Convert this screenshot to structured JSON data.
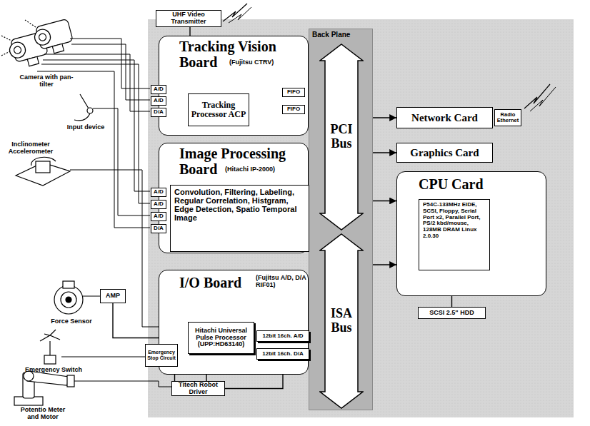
{
  "diagram": {
    "nodes": [
      {
        "text": [
          "UHF Video Transmitter"
        ]
      },
      {
        "text": [
          "Tracking Vision Board",
          "(Fujitsu CTRV)"
        ]
      },
      {
        "text": [
          "A/D"
        ],
        "in": 1
      },
      {
        "text": [
          "A/D"
        ],
        "in": 1
      },
      {
        "text": [
          "D/A"
        ],
        "in": 1
      },
      {
        "text": [
          "Tracking Processor ACP"
        ],
        "in": 1
      },
      {
        "text": [
          "FIFO"
        ],
        "in": 1
      },
      {
        "text": [
          "FIFO"
        ],
        "in": 1
      },
      {
        "text": [
          "Back Plane"
        ]
      },
      {
        "text": [
          "PCI Bus"
        ],
        "in": 8
      },
      {
        "text": [
          "ISA Bus"
        ],
        "in": 8
      },
      {
        "text": [
          "Image Processing Board",
          "(Hitachi IP-2000)"
        ]
      },
      {
        "text": [
          "A/D"
        ],
        "in": 11
      },
      {
        "text": [
          "A/D"
        ],
        "in": 11
      },
      {
        "text": [
          "A/D"
        ],
        "in": 11
      },
      {
        "text": [
          "D/A"
        ],
        "in": 11
      },
      {
        "text": [
          "Convolution, Filtering, Labeling, Regular Correlation, Histgram, Edge Detection, Spatio Temporal Image"
        ],
        "in": 11
      },
      {
        "text": [
          "I/O Board",
          "(Fujitsu A/D, D/A RIF01)"
        ]
      },
      {
        "text": [
          "Hitachi Universal Pulse Processor (UPP:HD63140)"
        ],
        "in": 17
      },
      {
        "text": [
          "12bit 16ch. A/D"
        ],
        "in": 17
      },
      {
        "text": [
          "12bit 16ch. D/A"
        ],
        "in": 17
      },
      {
        "text": [
          "Emergency Stop Circuit"
        ]
      },
      {
        "text": [
          "Titech Robot Driver"
        ]
      },
      {
        "text": [
          "Network Card"
        ]
      },
      {
        "text": [
          "Radio Ethernet"
        ]
      },
      {
        "text": [
          "Graphics Card"
        ]
      },
      {
        "text": [
          "CPU Card"
        ]
      },
      {
        "text": [
          "P54C-133MHz EIDE, SCSI, Floppy, Serial Port x2, Parallel Port, PS/2 kbd/mouse, 128MB DRAM Linux 2.0.30"
        ],
        "in": 26
      },
      {
        "text": [
          "SCSI 2.5\" HDD"
        ]
      },
      {
        "text": [
          "AMP"
        ]
      }
    ],
    "edges": [
      {
        "from": 1,
        "to": 0,
        "arrow": "none"
      },
      {
        "from": 6,
        "to": 9,
        "arrow": "both"
      },
      {
        "from": 11,
        "to": 9,
        "arrow": "both"
      },
      {
        "from": 17,
        "to": 10,
        "arrow": "both"
      },
      {
        "from": 9,
        "to": 23,
        "arrow": "both"
      },
      {
        "from": 9,
        "to": 25,
        "arrow": "both"
      },
      {
        "from": 9,
        "to": 26,
        "arrow": "both"
      },
      {
        "from": 10,
        "to": 26,
        "arrow": "both"
      },
      {
        "from": 26,
        "to": 28,
        "arrow": "none"
      },
      {
        "from": 29,
        "to": 18,
        "arrow": "none"
      },
      {
        "from": 21,
        "to": 22,
        "arrow": "none"
      },
      {
        "from": 22,
        "to": 18,
        "arrow": "none"
      },
      {
        "from": 22,
        "to": 20,
        "arrow": "none"
      }
    ],
    "labels": [
      "Camera with pan-tilter",
      "Input device",
      "Inclinometer Accelerometer",
      "Force Sensor",
      "Emergency Switch",
      "Potentio Meter and Motor"
    ]
  }
}
